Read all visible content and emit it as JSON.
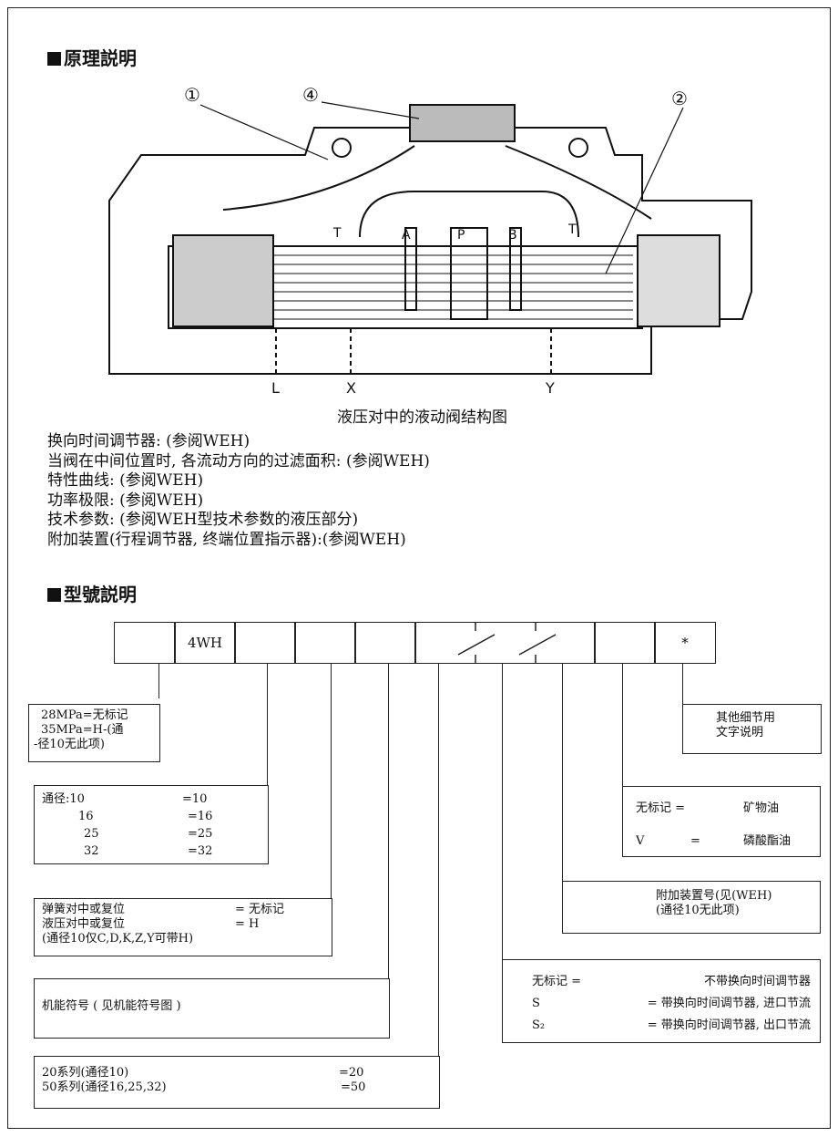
{
  "section1": {
    "title": "原理説明"
  },
  "diagram": {
    "callouts": [
      "①",
      "④",
      "②"
    ],
    "ports": [
      "T",
      "A",
      "P",
      "B",
      "T"
    ],
    "bottom_ports": [
      "L",
      "X",
      "Y"
    ],
    "caption": "液压对中的液动阀结构图"
  },
  "notes": [
    "换向时间调节器: (参阅WEH)",
    "当阀在中间位置时, 各流动方向的过滤面积: (参阅WEH)",
    "特性曲线: (参阅WEH)",
    "功率极限: (参阅WEH)",
    "技术参数: (参阅WEH型技术参数的液压部分)",
    "附加装置(行程调节器, 终端位置指示器):(参阅WEH)"
  ],
  "section2": {
    "title": "型號説明"
  },
  "code": {
    "cell2": "4WH",
    "last": "*"
  },
  "boxes": {
    "pressure": [
      "28MPa=无标记",
      "35MPa=H-(通",
      "-径10无此项)"
    ],
    "size": {
      "label": "通径:",
      "rows": [
        [
          "10",
          "=10"
        ],
        [
          "16",
          "=16"
        ],
        [
          "25",
          "=25"
        ],
        [
          "32",
          "=32"
        ]
      ]
    },
    "centering": {
      "r1": [
        "弹簧对中或复位",
        "= 无标记"
      ],
      "r2": [
        "液压对中或复位",
        "= H"
      ],
      "r3": "(通径10仅C,D,K,Z,Y可带H)"
    },
    "symbol": "机能符号 ( 见机能符号图 )",
    "series": [
      [
        "20系列(通径10)",
        "=20"
      ],
      [
        "50系列(通径16,25,32)",
        "=50"
      ]
    ],
    "other": [
      "其他细节用",
      "文字说明"
    ],
    "fluid": [
      [
        "无标记 =",
        "矿物油"
      ],
      [
        "V",
        "=",
        "磷酸酯油"
      ]
    ],
    "accessory": [
      "附加装置号(见(WEH)",
      "(通径10无此项)"
    ],
    "timer": [
      [
        "无标记 =",
        "不带换向时间调节器"
      ],
      [
        "S",
        "= 带换向时间调节器, 进口节流"
      ],
      [
        "S₂",
        "= 带换向时间调节器, 出口节流"
      ]
    ]
  }
}
